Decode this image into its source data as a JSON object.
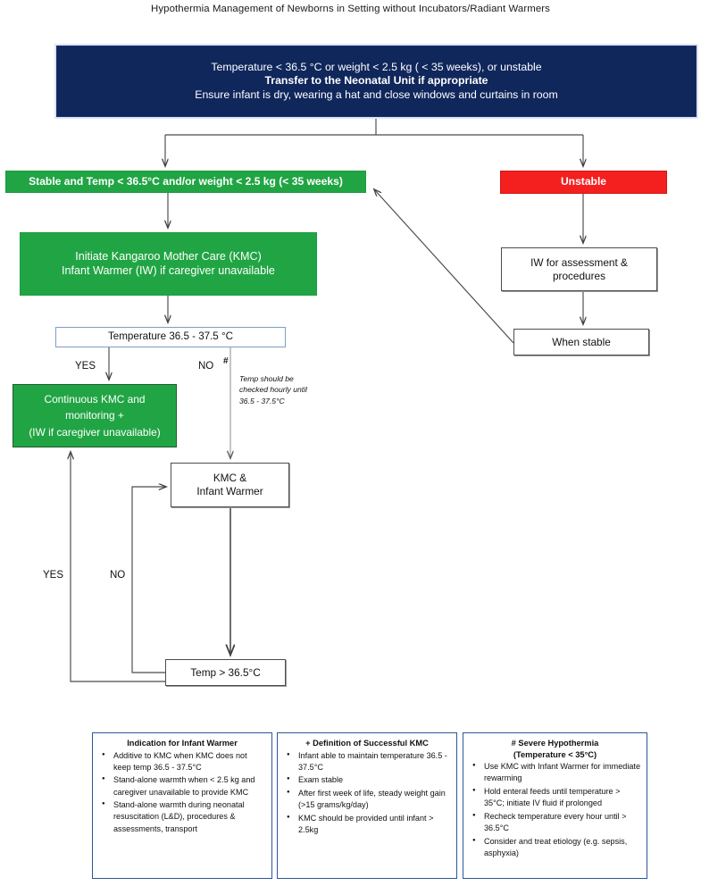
{
  "title": "Hypothermia Management of Newborns in Setting without Incubators/Radiant Warmers",
  "colors": {
    "header_blue": "#10275c",
    "green": "#21a544",
    "red": "#f41f1f",
    "legend_border": "#2b5797",
    "box_border": "#4d4d4d"
  },
  "header": {
    "line1": "Temperature < 36.5 °C or weight < 2.5 kg ( < 35 weeks), or unstable",
    "line2": "Transfer to the Neonatal Unit if appropriate",
    "line3": "Ensure infant is dry, wearing a hat and close windows and curtains in room"
  },
  "nodes": {
    "stable_bar": "Stable and Temp < 36.5°C and/or weight < 2.5 kg (< 35 weeks)",
    "unstable_bar": "Unstable",
    "kmc_initiate_l1": "Initiate Kangaroo Mother Care (KMC)",
    "kmc_initiate_l2": "Infant Warmer (IW) if caregiver unavailable",
    "temperature_check": "Temperature 36.5 - 37.5 °C",
    "continuous_kmc_l1": "Continuous KMC and",
    "continuous_kmc_l2": "monitoring +",
    "continuous_kmc_l3": "(IW if caregiver unavailable)",
    "kmc_iw_l1": "KMC &",
    "kmc_iw_l2": "Infant Warmer",
    "temp_gt": "Temp > 36.5°C",
    "iw_assessment_l1": "IW for assessment &",
    "iw_assessment_l2": "procedures",
    "when_stable": "When stable"
  },
  "edge_labels": {
    "yes_1": "YES",
    "no_1": "NO",
    "hash_marker": "#",
    "yes_2": "YES",
    "no_2": "NO"
  },
  "notes": {
    "temp_note": "Temp should be checked hourly until 36.5 - 37.5°C"
  },
  "legend": [
    {
      "heading": "Indication for Infant Warmer",
      "items": [
        "Additive to KMC when KMC does not keep temp 36.5 - 37.5°C",
        "Stand-alone warmth when < 2.5 kg and caregiver unavailable to provide KMC",
        "Stand-alone warmth during neonatal resuscitation (L&D), procedures & assessments, transport"
      ]
    },
    {
      "heading": "+ Definition of Successful KMC",
      "items": [
        "Infant able to maintain temperature 36.5 - 37.5°C",
        "Exam stable",
        "After first week of life, steady weight gain (>15 grams/kg/day)",
        "KMC should be provided until infant > 2.5kg"
      ]
    },
    {
      "heading": "# Severe Hypothermia (Temperature < 35°C)",
      "heading_l1": "# Severe Hypothermia",
      "heading_l2": "(Temperature < 35°C)",
      "items": [
        "Use KMC with Infant Warmer for immediate rewarming",
        "Hold enteral feeds until temperature > 35°C; initiate IV fluid if prolonged",
        "Recheck temperature every hour until > 36.5°C",
        "Consider and treat etiology (e.g. sepsis, asphyxia)"
      ]
    }
  ]
}
